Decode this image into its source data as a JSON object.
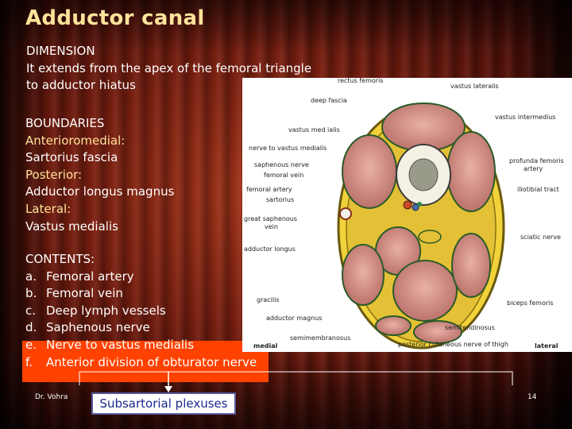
{
  "title": "Adductor canal",
  "dimension": {
    "heading": "DIMENSION",
    "line1": "It extends from the apex of the femoral triangle",
    "line2": "to adductor hiatus"
  },
  "boundaries": {
    "heading": "BOUNDARIES",
    "items": [
      {
        "label": "Anterioromedial:",
        "value": "Sartorius fascia"
      },
      {
        "label": "Posterior:",
        "value": "Adductor longus magnus"
      },
      {
        "label": "Lateral:",
        "value": "Vastus medialis"
      }
    ]
  },
  "contents": {
    "heading": "CONTENTS:",
    "items": [
      {
        "letter": "a.",
        "text": "Femoral artery"
      },
      {
        "letter": "b.",
        "text": "Femoral vein"
      },
      {
        "letter": "c.",
        "text": "Deep lymph vessels"
      },
      {
        "letter": "d.",
        "text": "Saphenous nerve"
      },
      {
        "letter": "e.",
        "text": "Nerve to vastus medialis"
      },
      {
        "letter": "f.",
        "text": "Anterior division of obturator nerve"
      }
    ]
  },
  "figure_labels": {
    "rectus_femoris": "rectus femoris",
    "vastus_lateralis": "vastus lateralis",
    "deep_fascia": "deep fascia",
    "vastus_intermedius": "vastus intermedius",
    "vastus_medialis": "vastus med ialis",
    "nerve_to_vastus_medialis": "nerve to vastus medialis",
    "saphenous_nerve": "saphenous nerve",
    "profunda_femoris_artery_1": "profunda femoris",
    "profunda_femoris_artery_2": "artery",
    "femoral_vein": "femoral vein",
    "femoral_artery": "femoral artery",
    "iliotibial_tract": "iliotibial tract",
    "sartorius": "sartorius",
    "great_saphenous_vein_1": "great saphenous",
    "great_saphenous_vein_2": "vein",
    "sciatic_nerve": "sciatic nerve",
    "adductor_longus": "adductor longus",
    "gracilis": "gracilis",
    "biceps_femoris": "biceps femoris",
    "adductor_magnus": "adductor magnus",
    "semitendinosus": "semitendinosus",
    "medial": "medial",
    "semimembranosus": "semimembranosus",
    "posterior_cutaneous_nerve": "posterior cutaneous nerve of thigh",
    "lateral": "lateral"
  },
  "callout": "Subsartorial plexuses",
  "author": "Dr. Vohra",
  "page_number": "14",
  "colors": {
    "title": "#ffe39a",
    "highlight": "#ff4200",
    "callout_text": "#1a2a8f"
  }
}
